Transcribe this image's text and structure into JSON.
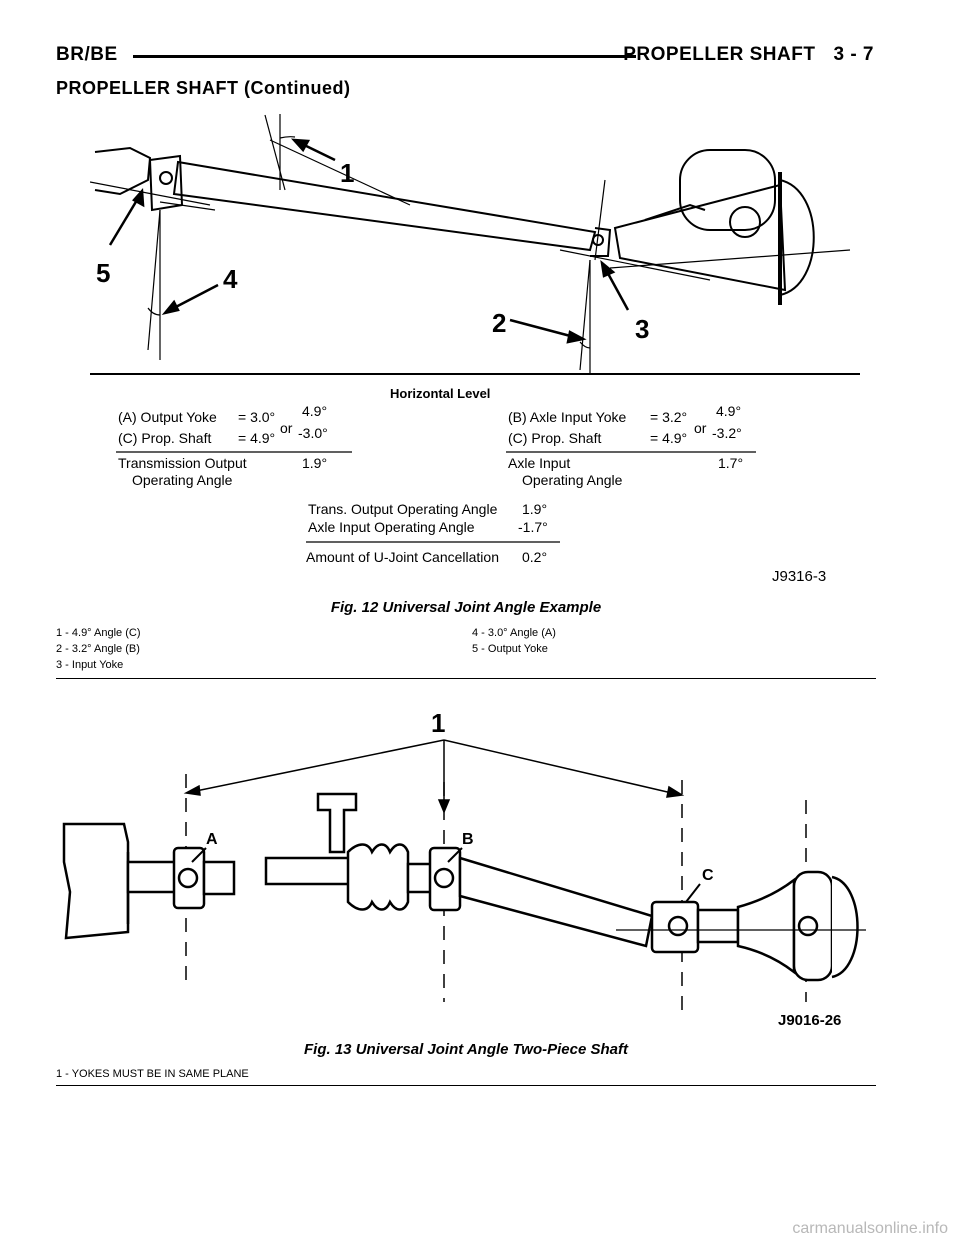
{
  "header": {
    "left": "BR/BE",
    "title": "PROPELLER SHAFT",
    "page": "3 - 7"
  },
  "section_title": "PROPELLER SHAFT (Continued)",
  "fig12": {
    "callouts": [
      "1",
      "2",
      "3",
      "4",
      "5"
    ],
    "horizontal_level": "Horizontal Level",
    "left_calc": {
      "line1_label": "(A) Output Yoke",
      "line1_value": "= 3.0°",
      "line2_label": "(C) Prop. Shaft",
      "line2_value": "= 4.9°",
      "or": "or",
      "alt1": "4.9°",
      "alt2": "-3.0°",
      "result_label1": "Transmission Output",
      "result_label2": "Operating Angle",
      "result_value": "1.9°"
    },
    "right_calc": {
      "line1_label": "(B) Axle Input Yoke",
      "line1_value": "= 3.2°",
      "line2_label": "(C) Prop. Shaft",
      "line2_value": "= 4.9°",
      "or": "or",
      "alt1": "4.9°",
      "alt2": "-3.2°",
      "result_label1": "Axle Input",
      "result_label2": "Operating Angle",
      "result_value": "1.7°"
    },
    "summary": {
      "row1_label": "Trans. Output Operating Angle",
      "row1_value": "1.9°",
      "row2_label": "Axle Input Operating Angle",
      "row2_value": "-1.7°",
      "total_label": "Amount of U-Joint Cancellation",
      "total_value": "0.2°"
    },
    "code": "J9316-3",
    "caption": "Fig. 12 Universal Joint Angle Example",
    "legend_left": [
      "1 - 4.9° Angle (C)",
      "2 - 3.2° Angle (B)",
      "3 - Input Yoke"
    ],
    "legend_right": [
      "4 - 3.0° Angle (A)",
      "5 - Output Yoke"
    ]
  },
  "fig13": {
    "callout": "1",
    "label_a": "A",
    "label_b": "B",
    "label_c": "C",
    "code": "J9016-26",
    "caption": "Fig. 13 Universal Joint Angle Two-Piece Shaft",
    "legend": [
      "1 - YOKES MUST BE IN SAME PLANE"
    ]
  },
  "footer": "carmanualsonline.info"
}
